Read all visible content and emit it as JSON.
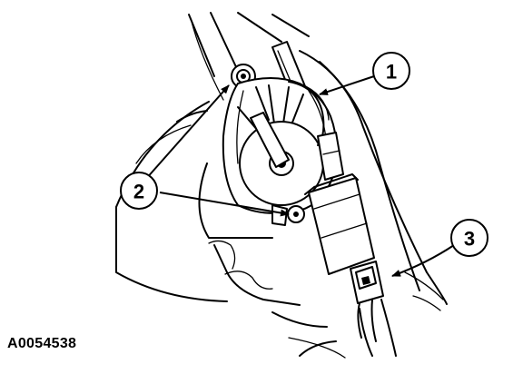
{
  "figure_id": "A0054538",
  "callouts": [
    {
      "label": "1"
    },
    {
      "label": "2"
    },
    {
      "label": "3"
    }
  ],
  "colors": {
    "ink": "#000000",
    "paper": "#ffffff"
  }
}
